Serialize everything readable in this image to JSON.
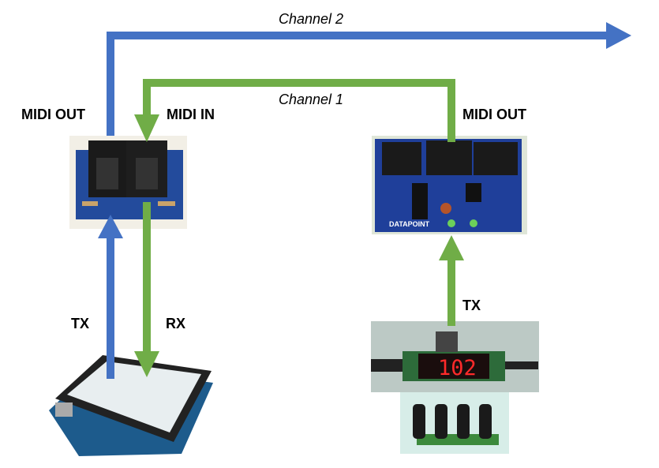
{
  "channels": {
    "channel2": "Channel 2",
    "channel1": "Channel 1"
  },
  "labels": {
    "left_midi_out": "MIDI OUT",
    "left_midi_in": "MIDI IN",
    "right_midi_out": "MIDI OUT",
    "left_tx": "TX",
    "left_rx": "RX",
    "right_tx": "TX"
  },
  "display": {
    "digits": "102"
  },
  "board_brand": "DATAPOINT",
  "colors": {
    "blue_arrow": "#4472C4",
    "green_arrow": "#70AD47",
    "pcb": "#1f3f9a",
    "led": "#ff2020"
  }
}
